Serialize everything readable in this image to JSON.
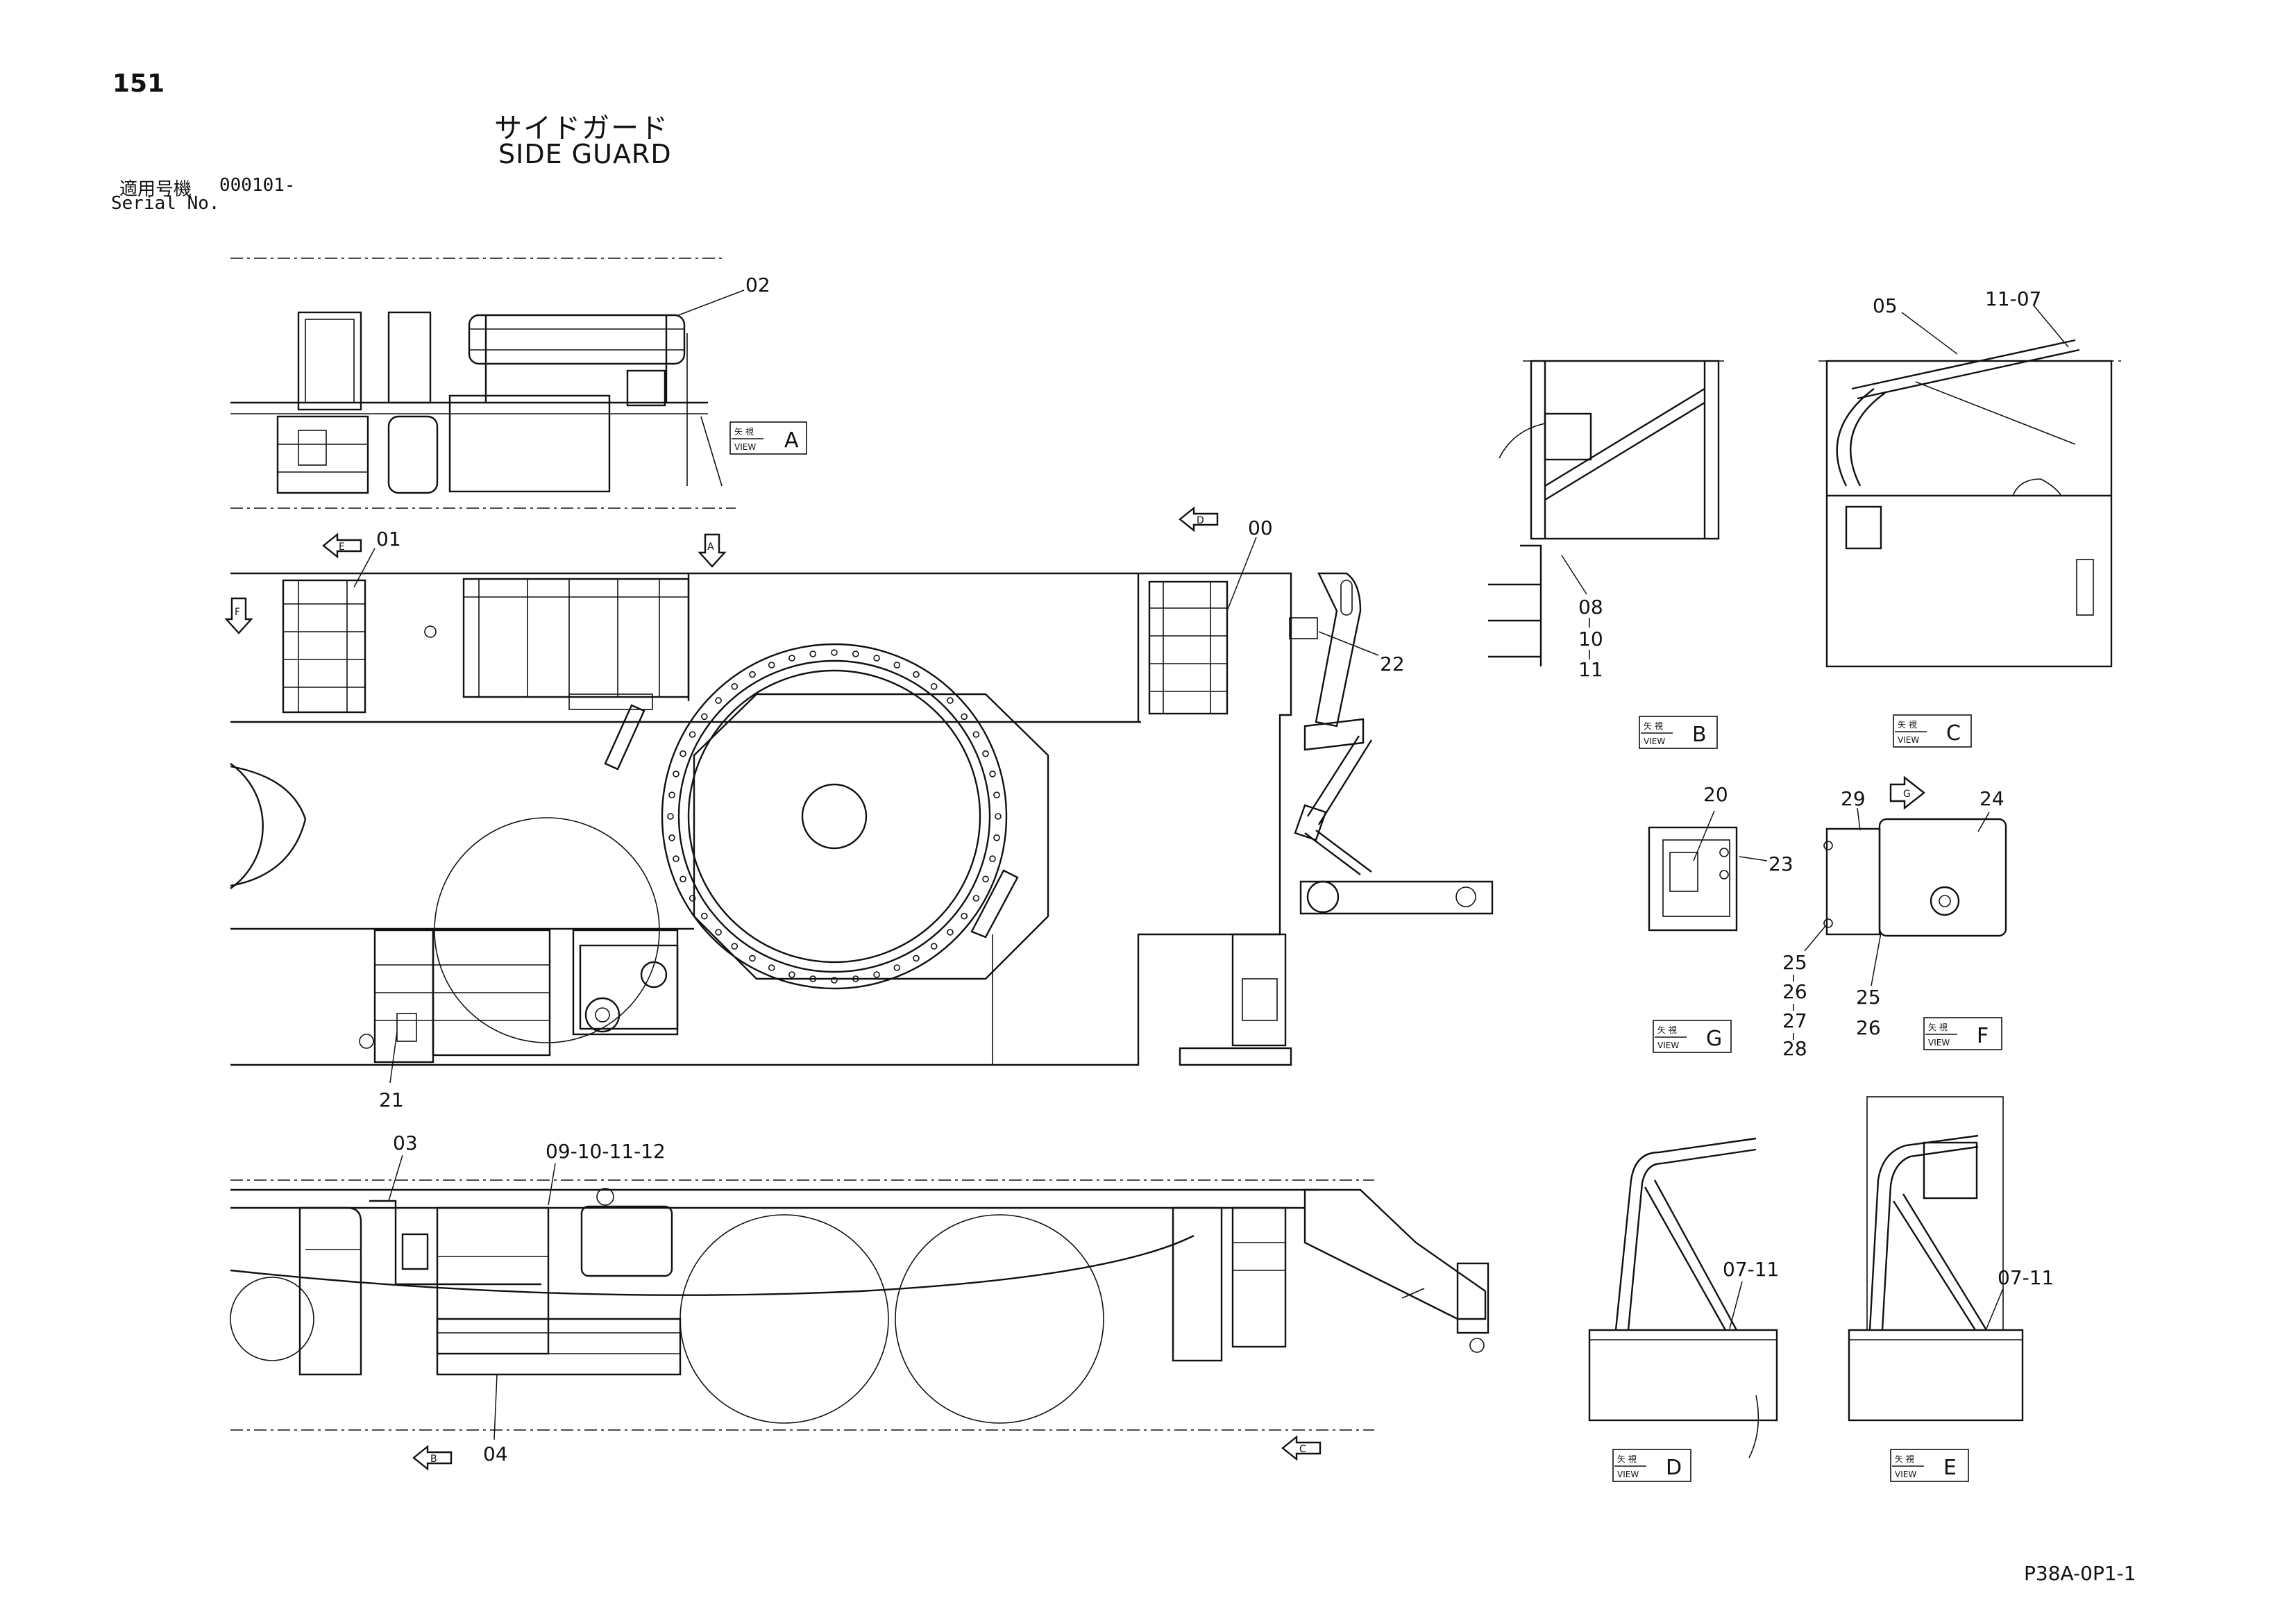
{
  "page": {
    "number": "151",
    "drawing_code": "P38A-0P1-1"
  },
  "title": {
    "ja": "サイドガード",
    "en": "SIDE GUARD"
  },
  "serial": {
    "label_ja": "適用号機",
    "label_en": "Serial No.",
    "value": "000101-"
  },
  "view_tag": {
    "ja": "矢 視",
    "en": "VIEW"
  },
  "views": {
    "A": "A",
    "B": "B",
    "C": "C",
    "D": "D",
    "E": "E",
    "F": "F",
    "G": "G"
  },
  "callouts": {
    "c00": "00",
    "c01": "01",
    "c02": "02",
    "c03": "03",
    "c04": "04",
    "c05": "05",
    "c0911": "09-10-11-12",
    "c1107": "11-07",
    "c08": "08",
    "c10": "10",
    "c11": "11",
    "c20": "20",
    "c21": "21",
    "c22": "22",
    "c23": "23",
    "c24": "24",
    "c29": "29",
    "g25": "25",
    "g26": "26",
    "g27": "27",
    "g28": "28",
    "f25": "25",
    "f26": "26",
    "d0711": "07-11",
    "e0711": "07-11"
  }
}
